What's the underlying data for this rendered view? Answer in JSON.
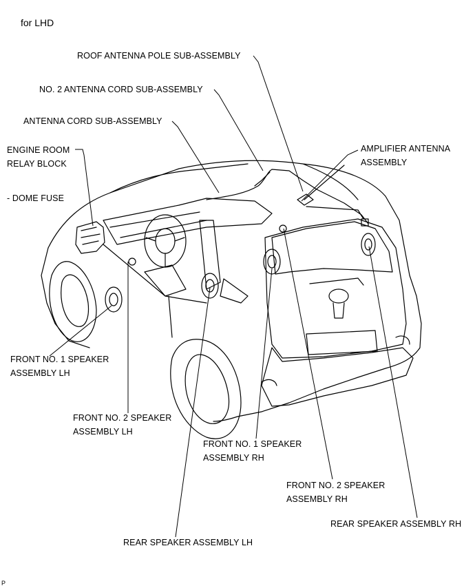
{
  "caption": "for LHD",
  "figure_code": "P",
  "labels": {
    "roof_antenna_pole": "ROOF ANTENNA POLE SUB-ASSEMBLY",
    "no2_antenna_cord": "NO. 2 ANTENNA CORD SUB-ASSEMBLY",
    "antenna_cord": "ANTENNA CORD SUB-ASSEMBLY",
    "engine_room_relay_block": "ENGINE ROOM\nRELAY BLOCK",
    "dome_fuse": "- DOME FUSE",
    "amplifier_antenna": "AMPLIFIER ANTENNA\nASSEMBLY",
    "front_no1_speaker_lh": "FRONT NO. 1 SPEAKER\nASSEMBLY LH",
    "front_no2_speaker_lh": "FRONT NO. 2 SPEAKER\nASSEMBLY LH",
    "front_no1_speaker_rh": "FRONT NO. 1 SPEAKER\nASSEMBLY RH",
    "front_no2_speaker_rh": "FRONT NO. 2 SPEAKER\nASSEMBLY RH",
    "rear_speaker_lh": "REAR SPEAKER ASSEMBLY LH",
    "rear_speaker_rh": "REAR SPEAKER ASSEMBLY RH"
  }
}
